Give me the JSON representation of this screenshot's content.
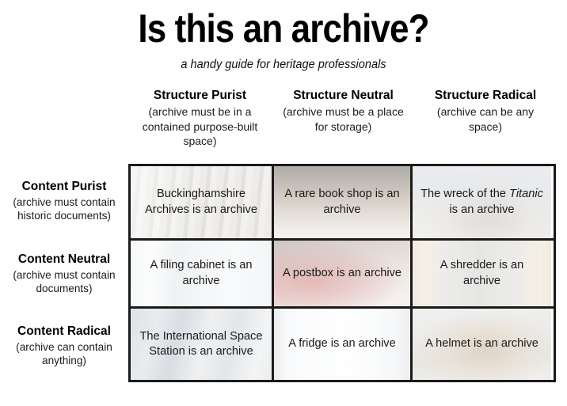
{
  "title": "Is this an archive?",
  "subtitle": "a handy guide for heritage professionals",
  "columns": [
    {
      "title": "Structure Purist",
      "subtitle": "(archive must be in a contained purpose-built space)"
    },
    {
      "title": "Structure Neutral",
      "subtitle": "(archive must be a place for storage)"
    },
    {
      "title": "Structure Radical",
      "subtitle": "(archive can be any space)"
    }
  ],
  "rows": [
    {
      "title": "Content Purist",
      "subtitle": "(archive must contain historic documents)"
    },
    {
      "title": "Content Neutral",
      "subtitle": "(archive must contain documents)"
    },
    {
      "title": "Content Radical",
      "subtitle": "(archive can contain anything)"
    }
  ],
  "cells": [
    [
      {
        "text": "Buckinghamshire Archives is an archive",
        "image": "archive-shelves-photo"
      },
      {
        "text": "A rare book shop is an archive",
        "image": "book-shop-photo"
      },
      {
        "text_html": "The wreck of the <em>Titanic</em> is an archive",
        "image": "titanic-wreck-photo"
      }
    ],
    [
      {
        "text": "A filing cabinet is an archive",
        "image": "filing-cabinet-photo"
      },
      {
        "text": "A postbox is an archive",
        "image": "postbox-photo"
      },
      {
        "text": "A shredder is an archive",
        "image": "shredder-photo"
      }
    ],
    [
      {
        "text": "The International Space Station is an archive",
        "image": "international-space-station-photo"
      },
      {
        "text": "A fridge is an archive",
        "image": "fridge-photo"
      },
      {
        "text": "A helmet is an archive",
        "image": "helmet-photo"
      }
    ]
  ],
  "colors": {
    "background": "#ffffff",
    "text": "#1a1a1a",
    "grid_line": "#1a1a1a"
  }
}
